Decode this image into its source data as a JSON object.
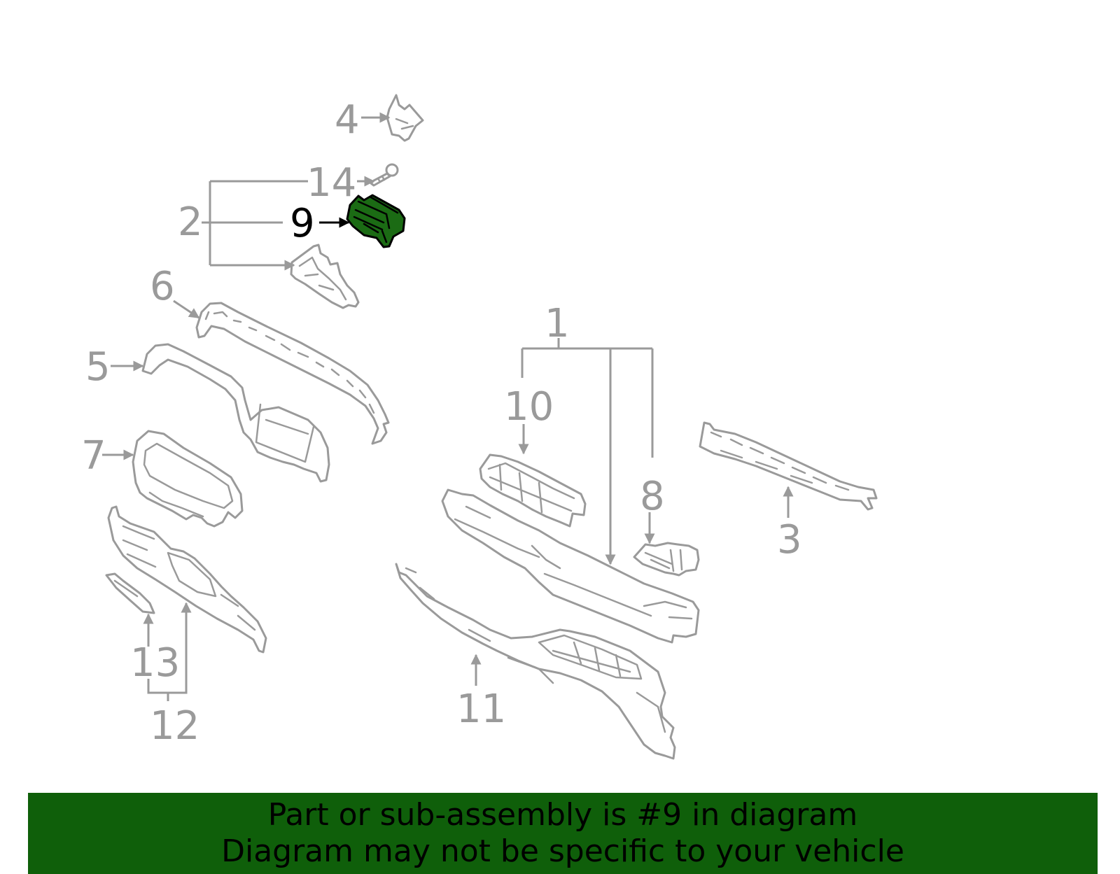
{
  "callouts": {
    "c1": "1",
    "c2": "2",
    "c3": "3",
    "c4": "4",
    "c5": "5",
    "c6": "6",
    "c7": "7",
    "c8": "8",
    "c9": "9",
    "c10": "10",
    "c11": "11",
    "c12": "12",
    "c13": "13",
    "c14": "14"
  },
  "highlighted_part": "9",
  "colors": {
    "banner": "#0f5f0a",
    "highlight_fill": "#1b6b14",
    "line": "#9a9a9a",
    "text": "#000000"
  },
  "banner": {
    "line1": "Part or sub-assembly is #9 in diagram",
    "line2": "Diagram may not be specific to your vehicle"
  }
}
